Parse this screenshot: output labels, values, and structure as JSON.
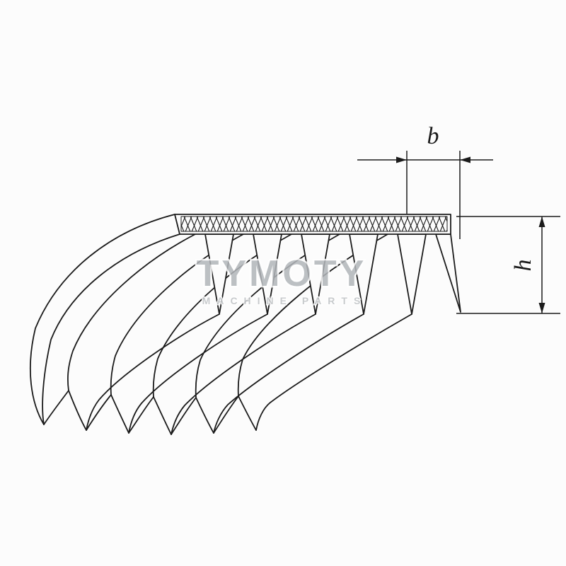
{
  "page": {
    "background": "#fcfcfc",
    "line_color": "#1b1b1b"
  },
  "diagram": {
    "type": "technical-line-drawing",
    "subject": "poly-v-ribbed-belt-profile",
    "front_face_ribs": 5,
    "swept_rib_tips": 6,
    "hatched_band": "crosshatch tension-cord strip along belt back"
  },
  "dimensions": {
    "width_label": "b",
    "height_label": "h"
  },
  "watermark": {
    "line1": "TYMOTY",
    "line2": "MACHINE PARTS",
    "color": "#b2b6ba"
  }
}
